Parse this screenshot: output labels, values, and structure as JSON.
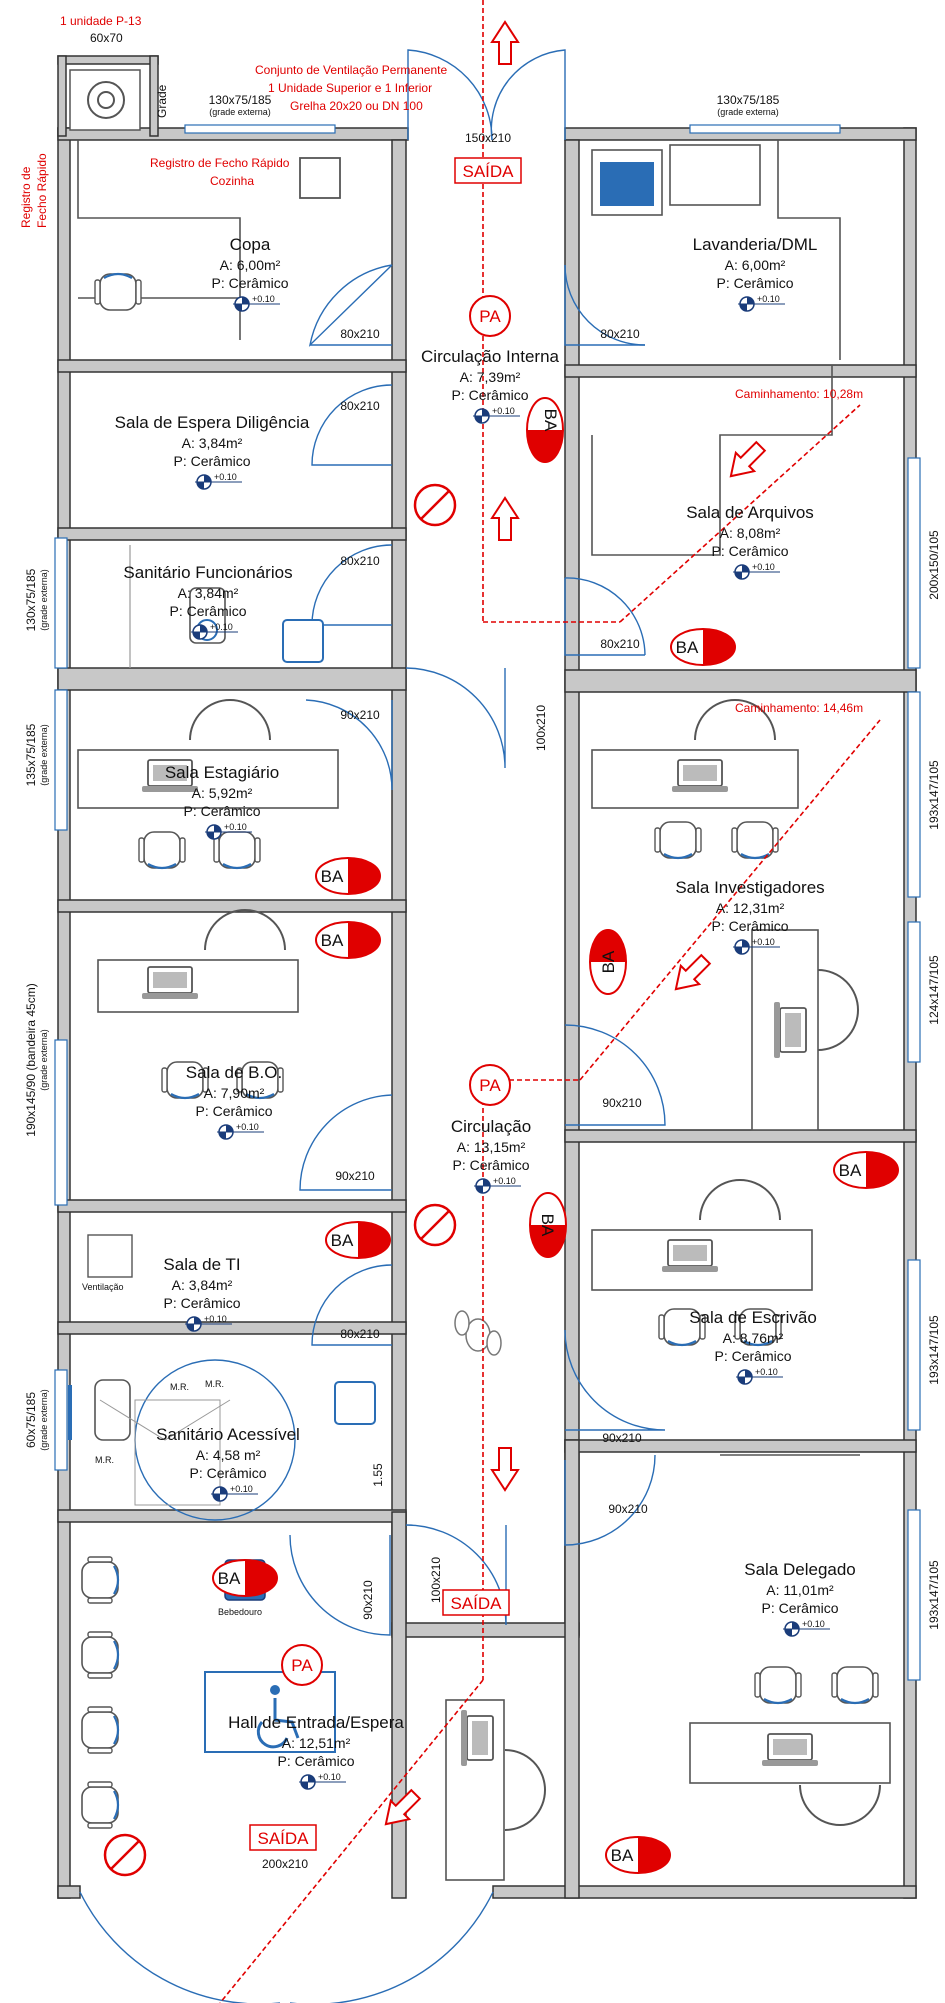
{
  "colors": {
    "wall": "#c8c8c8",
    "wall_stroke": "#333333",
    "door": "#2a6db5",
    "emergency": "#e00000",
    "text": "#111111"
  },
  "top_notes": {
    "gas_unit": "1 unidade P-13",
    "gas_size": "60x70",
    "grade": "Grade",
    "vent_line1": "Conjunto de Ventilação Permanente",
    "vent_line2": "1 Unidade Superior e 1 Inferior",
    "vent_line3": "Grelha 20x20 ou DN 100",
    "registro_kitchen_line1": "Registro de Fecho Rápido",
    "registro_kitchen_line2": "Cozinha",
    "registro_side_line1": "Registro de",
    "registro_side_line2": "Fecho Rápido"
  },
  "exits": {
    "top": "SAÍDA",
    "middle": "SAÍDA",
    "bottom": "SAÍDA",
    "top_size": "150x210",
    "bottom_size": "200x210"
  },
  "windows": {
    "copa": "130x75/185",
    "copa_sub": "(grade externa)",
    "lav": "130x75/185",
    "lav_sub": "(grade externa)",
    "arquivos": "200x150/105",
    "sanit_func": "130x75/185",
    "sanit_func_sub": "(grade externa)",
    "estagiario": "135x75/185",
    "estagiario_sub": "(grade externa)",
    "investigadores_a": "193x147/105",
    "investigadores_b": "124x147/105",
    "bo": "190x145/90 (bandeira 45cm)",
    "bo_sub": "(grade externa)",
    "escrivao": "193x147/105",
    "acessivel": "60x75/185",
    "acessivel_sub": "(grade externa)",
    "delegado": "193x147/105"
  },
  "doors": {
    "copa": "80x210",
    "lav": "80x210",
    "espera": "80x210",
    "sanit_func": "80x210",
    "arquivos": "80x210",
    "estagiario": "90x210",
    "corridor_side": "100x210",
    "investigadores": "90x210",
    "bo": "90x210",
    "ti": "80x210",
    "escrivao": "90x210",
    "delegado": "90x210",
    "acessivel": "90x210",
    "hall_inner": "100x210",
    "wall_height": "1.55"
  },
  "rooms": [
    {
      "key": "copa",
      "name": "Copa",
      "area": "A: 6,00m²",
      "floor": "P: Cerâmico",
      "level": "+0.10"
    },
    {
      "key": "lavanderia",
      "name": "Lavanderia/DML",
      "area": "A: 6,00m²",
      "floor": "P: Cerâmico",
      "level": "+0.10"
    },
    {
      "key": "circ_interna",
      "name": "Circulação Interna",
      "area": "A: 7,39m²",
      "floor": "P: Cerâmico",
      "level": "+0.10"
    },
    {
      "key": "espera_dil",
      "name": "Sala de Espera Diligência",
      "area": "A: 3,84m²",
      "floor": "P: Cerâmico",
      "level": "+0.10"
    },
    {
      "key": "arquivos",
      "name": "Sala de Arquivos",
      "area": "A: 8,08m²",
      "floor": "P: Cerâmico",
      "level": "+0.10"
    },
    {
      "key": "sanit_func",
      "name": "Sanitário Funcionários",
      "area": "A: 3,84m²",
      "floor": "P: Cerâmico",
      "level": "+0.10"
    },
    {
      "key": "estagiario",
      "name": "Sala Estagiário",
      "area": "A: 5,92m²",
      "floor": "P: Cerâmico",
      "level": "+0.10"
    },
    {
      "key": "investigadores",
      "name": "Sala Investigadores",
      "area": "A: 12,31m²",
      "floor": "P: Cerâmico",
      "level": "+0.10"
    },
    {
      "key": "bo",
      "name": "Sala de B.O.",
      "area": "A: 7,90m²",
      "floor": "P: Cerâmico",
      "level": "+0.10"
    },
    {
      "key": "circulacao",
      "name": "Circulação",
      "area": "A: 13,15m²",
      "floor": "P: Cerâmico",
      "level": "+0.10"
    },
    {
      "key": "ti",
      "name": "Sala de TI",
      "area": "A: 3,84m²",
      "floor": "P: Cerâmico",
      "level": "+0.10"
    },
    {
      "key": "escrivao",
      "name": "Sala de Escrivão",
      "area": "A: 8,76m²",
      "floor": "P: Cerâmico",
      "level": "+0.10"
    },
    {
      "key": "acessivel",
      "name": "Sanitário Acessível",
      "area": "A: 4,58 m²",
      "floor": "P: Cerâmico",
      "level": "+0.10"
    },
    {
      "key": "delegado",
      "name": "Sala Delegado",
      "area": "A: 11,01m²",
      "floor": "P: Cerâmico",
      "level": "+0.10"
    },
    {
      "key": "hall",
      "name": "Hall de Entrada/Espera",
      "area": "A: 12,51m²",
      "floor": "P: Cerâmico",
      "level": "+0.10"
    }
  ],
  "routes": {
    "r1": "Caminhamento: 10,28m",
    "r2": "Caminhamento: 14,46m"
  },
  "symbols": {
    "ba": "BA",
    "pa": "PA",
    "mr": "M.R.",
    "ventilacao": "Ventilação",
    "bebedouro": "Bebedouro"
  }
}
